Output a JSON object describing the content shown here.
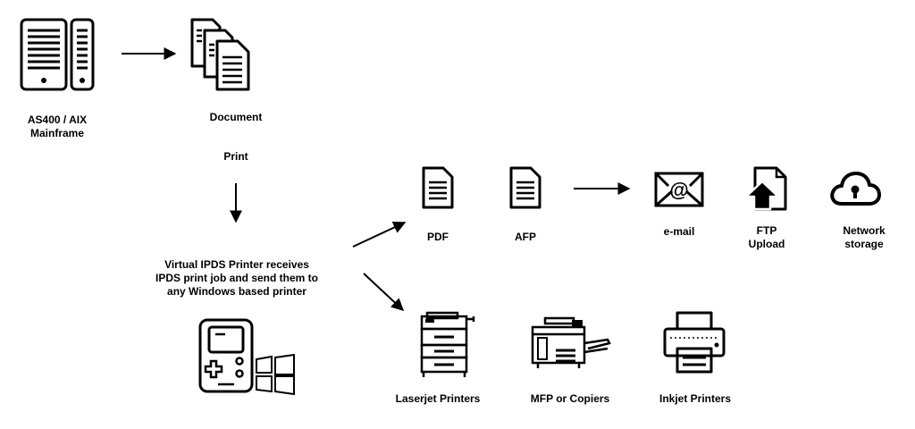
{
  "labels": {
    "mainframe_line1": "AS400 / AIX",
    "mainframe_line2": "Mainframe",
    "document": "Document",
    "print": "Print",
    "virtual_line1": "Virtual IPDS Printer receives",
    "virtual_line2": "IPDS print job and send them to",
    "virtual_line3": "any Windows based printer",
    "pdf": "PDF",
    "afp": "AFP",
    "email": "e-mail",
    "ftp_line1": "FTP",
    "ftp_line2": "Upload",
    "network_line1": "Network",
    "network_line2": "storage",
    "laserjet": "Laserjet Printers",
    "mfp": "MFP or Copiers",
    "inkjet": "Inkjet Printers"
  },
  "icons": {
    "server": "server-icon",
    "documents": "documents-icon",
    "virtual_printer": "virtual-printer-device-icon",
    "windows": "windows-logo-icon",
    "pdf_file": "file-icon",
    "afp_file": "file-icon",
    "email": "email-envelope-icon",
    "ftp": "ftp-upload-icon",
    "cloud": "cloud-lock-icon",
    "laserjet": "laserjet-printer-icon",
    "mfp": "mfp-copier-icon",
    "inkjet": "inkjet-printer-icon"
  },
  "colors": {
    "ink": "#000000",
    "background": "#ffffff"
  }
}
